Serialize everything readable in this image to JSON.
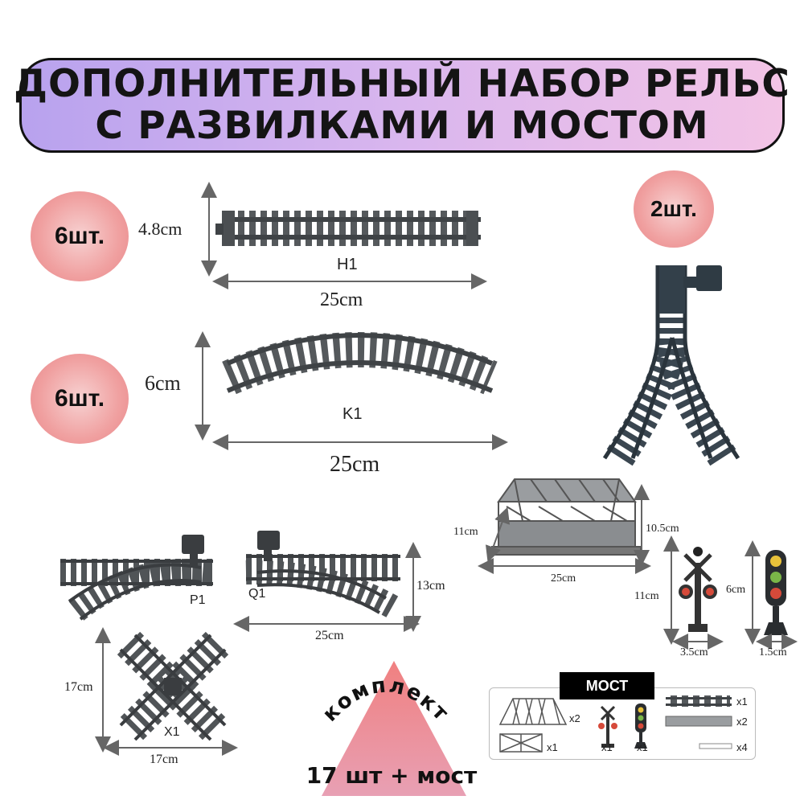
{
  "title": {
    "line1": "ДОПОЛНИТЕЛЬНЫЙ НАБОР РЕЛЬС",
    "line2": "С РАЗВИЛКАМИ И МОСТОМ"
  },
  "badges": {
    "straight_qty": "6шт.",
    "curved_qty": "6шт.",
    "switch_qty": "2шт."
  },
  "straight": {
    "height": "4.8cm",
    "code": "H1",
    "length": "25cm"
  },
  "curved": {
    "height": "6cm",
    "code": "K1",
    "length": "25cm"
  },
  "bridge": {
    "depth": "11cm",
    "height": "10.5cm",
    "length": "25cm"
  },
  "crossing_signal": {
    "height": "11cm",
    "width": "3.5cm"
  },
  "traffic_light": {
    "height": "6cm",
    "width": "1.5cm"
  },
  "switches": {
    "left_code": "P1",
    "right_code": "Q1",
    "height": "13cm",
    "length": "25cm"
  },
  "cross": {
    "height": "17cm",
    "code": "X1",
    "width": "17cm"
  },
  "kit": {
    "arc_text": "комплект",
    "total": "17 шт + мост"
  },
  "legend": {
    "tag": "МОСТ",
    "bridge_top_qty": "x2",
    "bridge_side_qty": "x1",
    "signal_qty": "x1",
    "light_qty": "x1",
    "rail_qty": "x1",
    "deck_qty": "x2",
    "plank_qty": "x4"
  },
  "colors": {
    "track": "#3f4346",
    "sleeper": "#5a5e60",
    "switch_track": "#2f3b44",
    "banner_start": "#b8a2ee",
    "banner_end": "#f3c4e6",
    "badge": "#f0a0a0"
  }
}
